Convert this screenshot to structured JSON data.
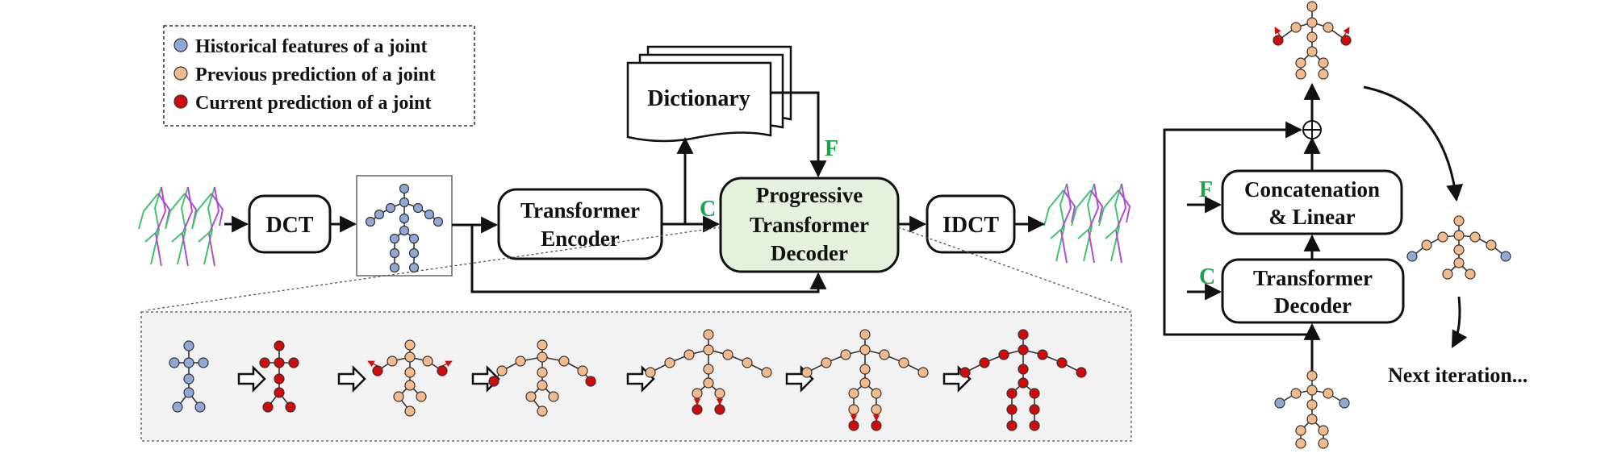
{
  "legend": [
    {
      "label": "Historical features of a joint",
      "color": "#8fa8d6"
    },
    {
      "label": "Previous prediction of a joint",
      "color": "#f2b98a"
    },
    {
      "label": "Current prediction of a joint",
      "color": "#d20a0a"
    }
  ],
  "blocks": {
    "dct": "DCT",
    "encoder_line1": "Transformer",
    "encoder_line2": "Encoder",
    "decoder_line1": "Progressive",
    "decoder_line2": "Transformer",
    "decoder_line3": "Decoder",
    "idct": "IDCT",
    "dictionary": "Dictionary",
    "concat_line1": "Concatenation",
    "concat_line2": "& Linear",
    "tdec_line1": "Transformer",
    "tdec_line2": "Decoder"
  },
  "symbols": {
    "c": "C",
    "f": "F"
  },
  "next_iteration": "Next iteration...",
  "colors": {
    "historical": "#8fa8d6",
    "previous": "#f2b98a",
    "current": "#d20a0a",
    "decoder_fill": "#e4f1dc",
    "green_text": "#1aa34a",
    "panel_bg": "#f2f2f2"
  }
}
